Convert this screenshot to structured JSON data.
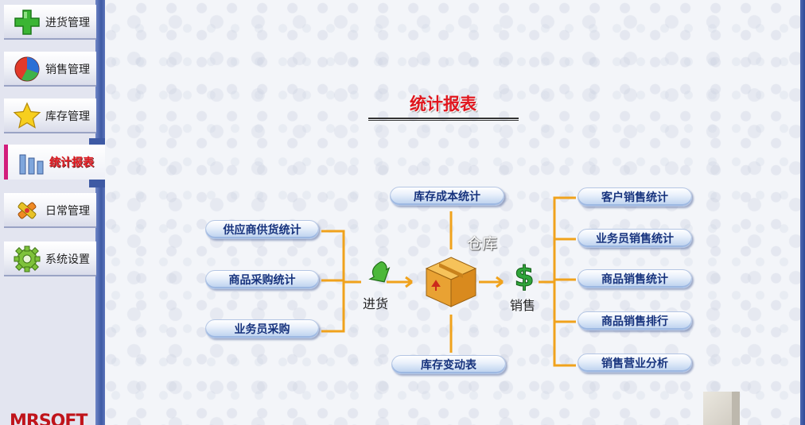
{
  "sidebar": {
    "items": [
      {
        "label": "进货管理",
        "icon": "plus-icon"
      },
      {
        "label": "销售管理",
        "icon": "pie-chart-icon"
      },
      {
        "label": "库存管理",
        "icon": "star-icon"
      },
      {
        "label": "统计报表",
        "icon": "bar-chart-icon",
        "active": true
      },
      {
        "label": "日常管理",
        "icon": "tools-icon"
      },
      {
        "label": "系统设置",
        "icon": "gear-icon"
      }
    ],
    "logo": "MRSOFT"
  },
  "main": {
    "title": "统计报表",
    "left_reports": [
      "供应商供货统计",
      "商品采购统计",
      "业务员采购"
    ],
    "warehouse_reports": [
      "库存成本统计",
      "库存变动表"
    ],
    "right_reports": [
      "客户销售统计",
      "业务员销售统计",
      "商品销售统计",
      "商品销售排行",
      "销售营业分析"
    ],
    "flow": {
      "purchase_label": "进货",
      "warehouse_label": "仓库",
      "sales_label": "销售"
    }
  },
  "colors": {
    "accent_red": "#e0161e",
    "sidebar_blue": "#3e5aa4",
    "connector_orange": "#f0a21c",
    "pill_text": "#17337d"
  }
}
